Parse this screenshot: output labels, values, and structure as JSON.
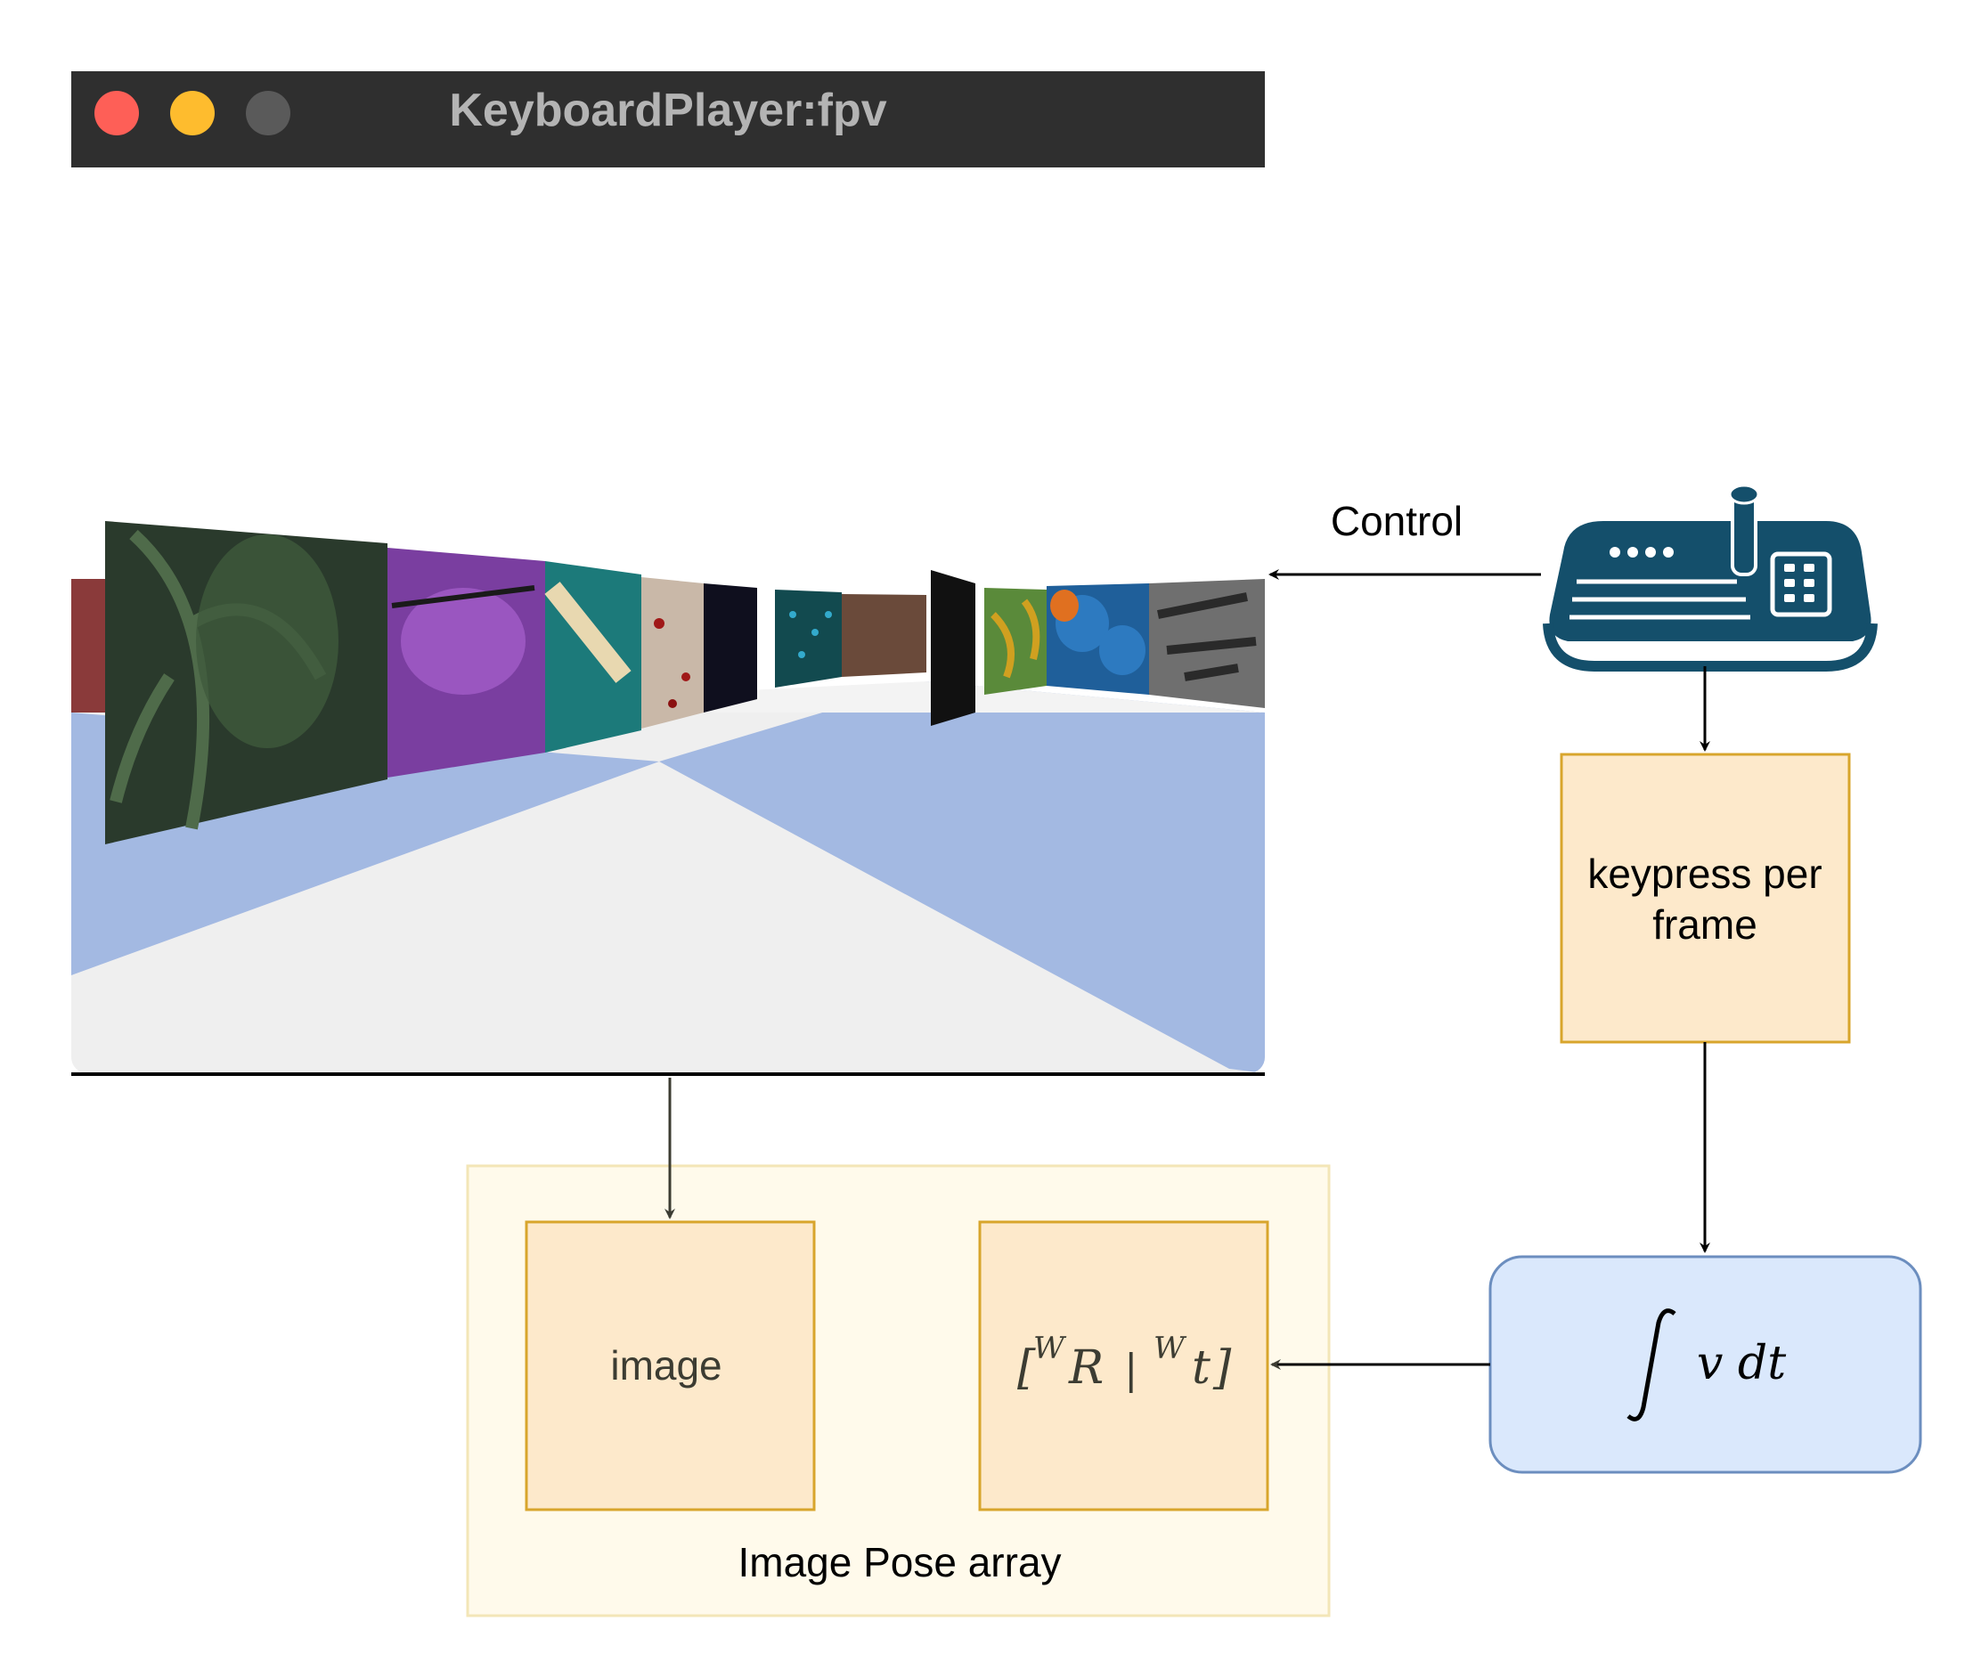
{
  "window": {
    "title": "KeyboardPlayer:fpv",
    "buttons": [
      "close",
      "minimize",
      "zoom"
    ]
  },
  "viewport": {
    "description_icon": "fpv-maze-view"
  },
  "labels": {
    "control": "Control",
    "keypress": [
      "keypress per",
      "frame"
    ],
    "integral": "v dt",
    "image": "image",
    "pose_math": {
      "open": "[",
      "sup1": "W",
      "r": "R",
      "bar": "|",
      "sup2": "W",
      "t": "t",
      "close": "]"
    },
    "container": "Image Pose array"
  },
  "icons": {
    "controller": "joystick-controller-icon"
  },
  "colors": {
    "titlebar": "#2f2f2f",
    "close": "#fe5f57",
    "minimize": "#febc2e",
    "zoom": "#5a5a5a",
    "orange_fill": "#fde9cb",
    "orange_stroke": "#d8a52c",
    "container_fill": "#fffaeb",
    "container_stroke": "#f3e6b7",
    "blue_fill": "#dae8fc",
    "blue_stroke": "#6c8ebf",
    "controller": "#144f6b",
    "floor_blue": "#a3b9e2",
    "floor_white": "#efefef"
  }
}
